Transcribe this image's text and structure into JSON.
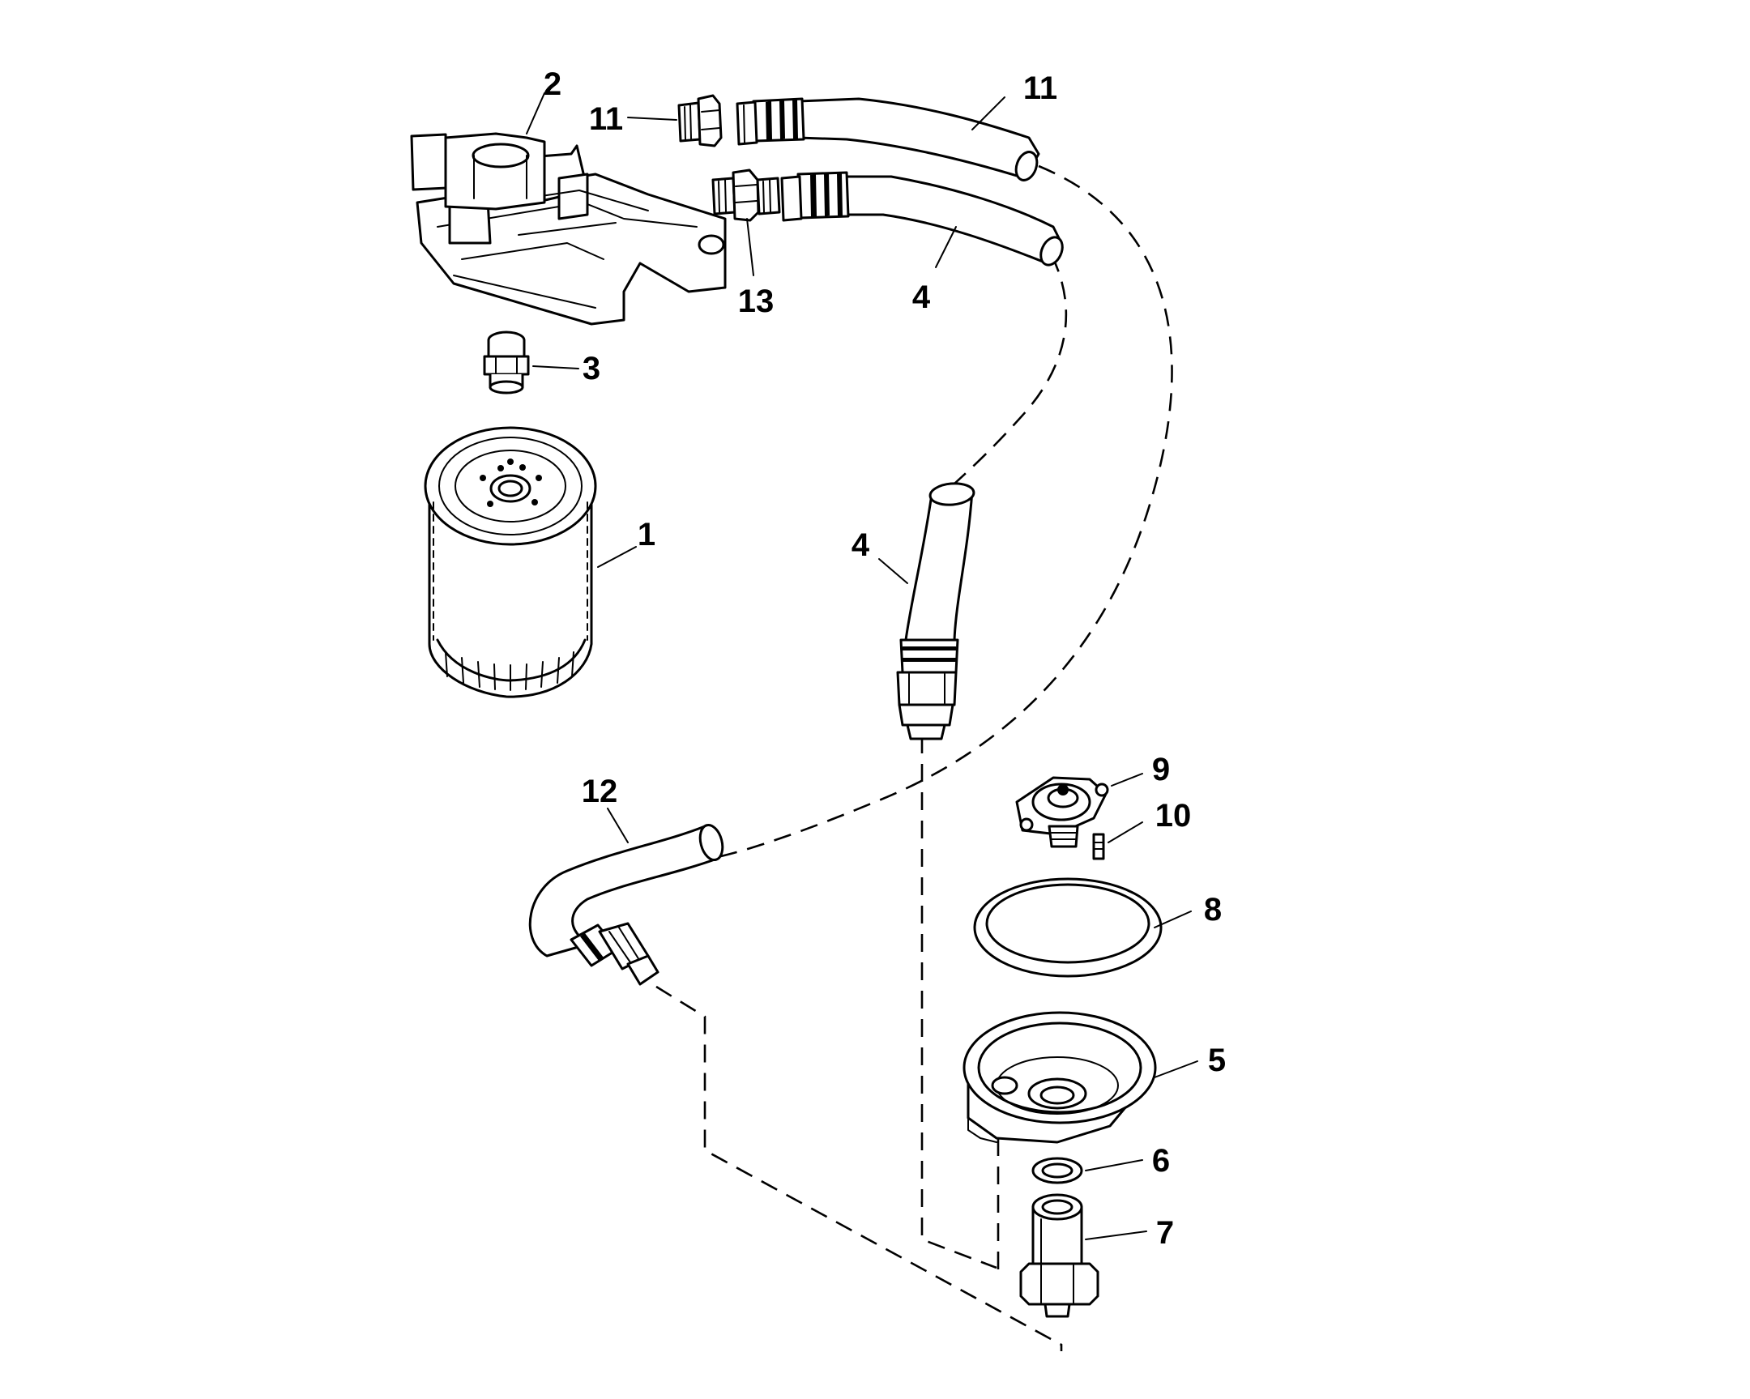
{
  "diagram": {
    "callouts": [
      {
        "id": "callout-1",
        "text": "1"
      },
      {
        "id": "callout-2",
        "text": "2"
      },
      {
        "id": "callout-3",
        "text": "3"
      },
      {
        "id": "callout-4a",
        "text": "4"
      },
      {
        "id": "callout-4b",
        "text": "4"
      },
      {
        "id": "callout-5",
        "text": "5"
      },
      {
        "id": "callout-6",
        "text": "6"
      },
      {
        "id": "callout-7",
        "text": "7"
      },
      {
        "id": "callout-8",
        "text": "8"
      },
      {
        "id": "callout-9",
        "text": "9"
      },
      {
        "id": "callout-10",
        "text": "10"
      },
      {
        "id": "callout-11a",
        "text": "11"
      },
      {
        "id": "callout-11b",
        "text": "11"
      },
      {
        "id": "callout-12",
        "text": "12"
      },
      {
        "id": "callout-13",
        "text": "13"
      }
    ]
  }
}
